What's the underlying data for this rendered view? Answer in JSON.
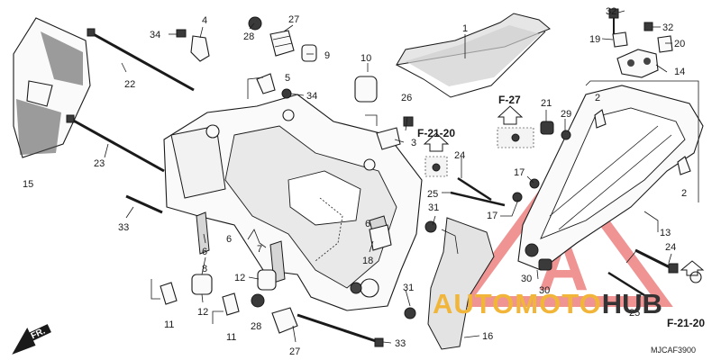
{
  "diagram": {
    "diagram_code": "MJCAF3900",
    "ref_labels": {
      "f27": "F-27",
      "f2120_left": "F-21-20",
      "f2120_right": "F-21-20"
    },
    "front_marker": "FR.",
    "callouts": {
      "c1": "1",
      "c2a": "2",
      "c2b": "2",
      "c3": "3",
      "c4": "4",
      "c5": "5",
      "c6a": "6",
      "c6b": "6",
      "c6c": "6",
      "c7": "7",
      "c8": "8",
      "c9": "9",
      "c10": "10",
      "c11a": "11",
      "c11b": "11",
      "c12a": "12",
      "c12b": "12",
      "c13": "13",
      "c14": "14",
      "c15": "15",
      "c16": "16",
      "c17a": "17",
      "c17b": "17",
      "c18": "18",
      "c19": "19",
      "c20": "20",
      "c21": "21",
      "c22": "22",
      "c23": "23",
      "c24a": "24",
      "c24b": "24",
      "c25a": "25",
      "c25b": "25",
      "c26": "26",
      "c27a": "27",
      "c27b": "27",
      "c28a": "28",
      "c28b": "28",
      "c29": "29",
      "c30a": "30",
      "c30b": "30",
      "c31a": "31",
      "c31b": "31",
      "c32a": "32",
      "c32b": "32",
      "c33a": "33",
      "c33b": "33",
      "c34a": "34",
      "c34b": "34"
    },
    "watermark": {
      "part1": "AUTO",
      "part2": "MOTO",
      "part3": "HUB",
      "brand_color": "#f1b53a",
      "hub_color": "#333333",
      "triangle_color": "#e23b3b"
    }
  }
}
